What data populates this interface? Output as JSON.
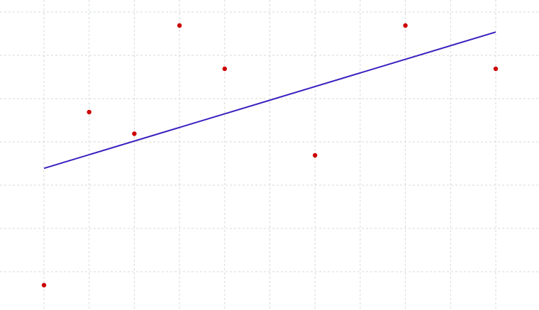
{
  "chart_data": {
    "type": "scatter",
    "grid": true,
    "x": [
      0,
      1,
      2,
      3,
      4,
      6,
      8,
      10
    ],
    "y": [
      0,
      4,
      3.5,
      6,
      5,
      3,
      6,
      5
    ],
    "xlim": [
      0,
      10
    ],
    "ylim": [
      0,
      6
    ],
    "trendline": {
      "type": "linear",
      "y_at_xmin": 2.7,
      "y_at_xmax": 5.85
    },
    "colors": {
      "points": "#cc0000",
      "trendline": "#3a1fbf",
      "grid": "#cfd8d2"
    }
  }
}
